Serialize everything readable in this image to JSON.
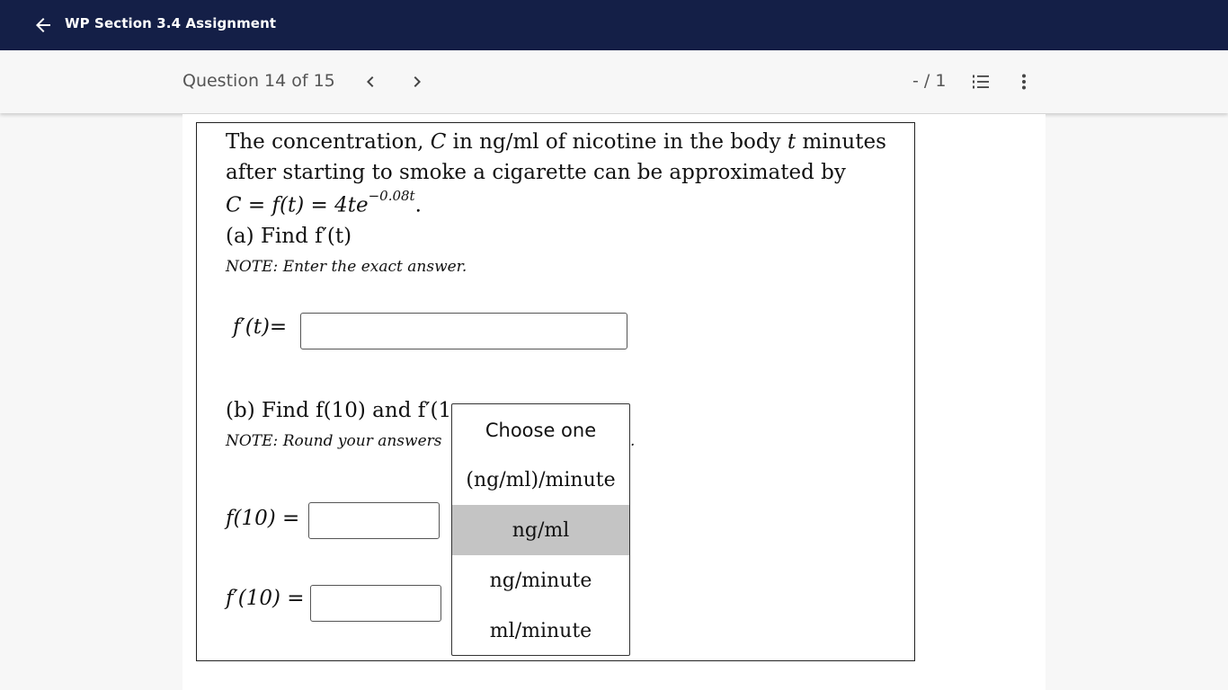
{
  "appbar": {
    "title": "WP Section 3.4 Assignment",
    "back_icon": "arrow-left-icon",
    "background": "#141f47"
  },
  "question_nav": {
    "label": "Question 14 of 15",
    "prev_icon": "chevron-left-icon",
    "next_icon": "chevron-right-icon",
    "score": "- / 1",
    "list_icon": "numbered-list-icon",
    "more_icon": "more-vertical-icon"
  },
  "problem": {
    "intro_line1_a": "The concentration, ",
    "intro_line1_C": "C",
    "intro_line1_b": " in ng/ml of nicotine in the body ",
    "intro_line1_t": "t",
    "intro_line1_c": " minutes",
    "intro_line2": "after starting to smoke a cigarette can be approximated by",
    "formula_main": "C = f(t) = 4te",
    "formula_exp": "−0.08t",
    "formula_end": ".",
    "part_a": "(a) Find f′(t)",
    "part_a_note": "NOTE: Enter the exact answer.",
    "answer_a_label": "f′(t)=",
    "answer_a_value": "",
    "part_b": "(b) Find f(10) and f′(1",
    "part_b_note": "NOTE: Round your answers",
    "part_b_note_tail": ".",
    "answer_f10_label": "f(10) =",
    "answer_f10_value": "",
    "answer_fp10_label": "f′(10) =",
    "answer_fp10_value": ""
  },
  "units_dropdown": {
    "header": "Choose one",
    "options": [
      "(ng/ml)/minute",
      "ng/ml",
      "ng/minute",
      "ml/minute"
    ],
    "highlighted": "ng/ml"
  }
}
